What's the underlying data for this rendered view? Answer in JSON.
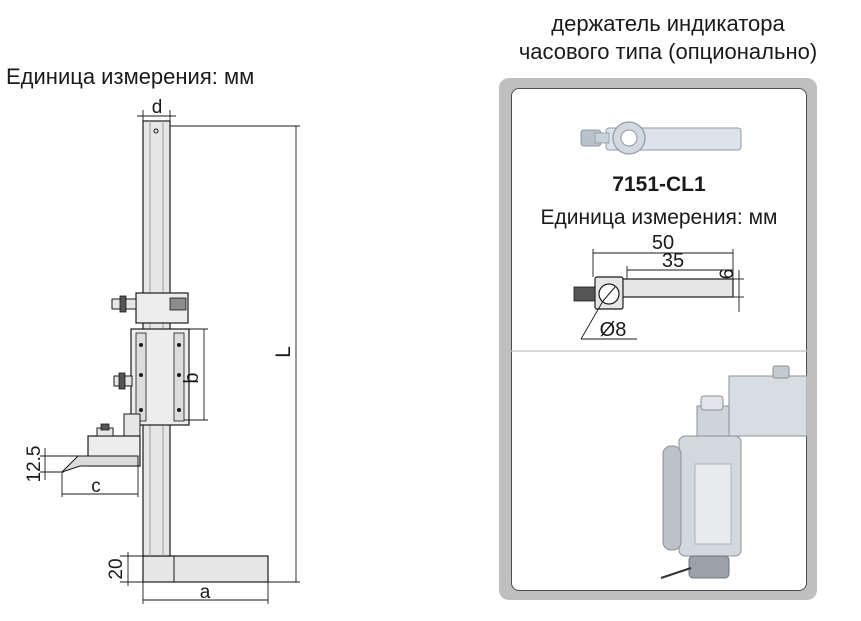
{
  "left": {
    "unit_label": "Единица измерения: мм",
    "dimensions": {
      "d": "d",
      "L": "L",
      "b": "b",
      "c": "c",
      "a": "a",
      "h12_5": "12.5",
      "h20": "20"
    }
  },
  "holder": {
    "caption_line1": "держатель индикатора",
    "caption_line2": "часового типа (опционально)",
    "model": "7151-CL1",
    "unit_label": "Единица измерения: мм",
    "dimensions": {
      "len50": "50",
      "len35": "35",
      "thick6": "6",
      "dia8": "Ø8"
    }
  },
  "colors": {
    "card_frame": "#bfbfbf",
    "metal": "#e6e6e6",
    "metal_dark": "#9a9a9a",
    "line": "#1a1a1a"
  }
}
